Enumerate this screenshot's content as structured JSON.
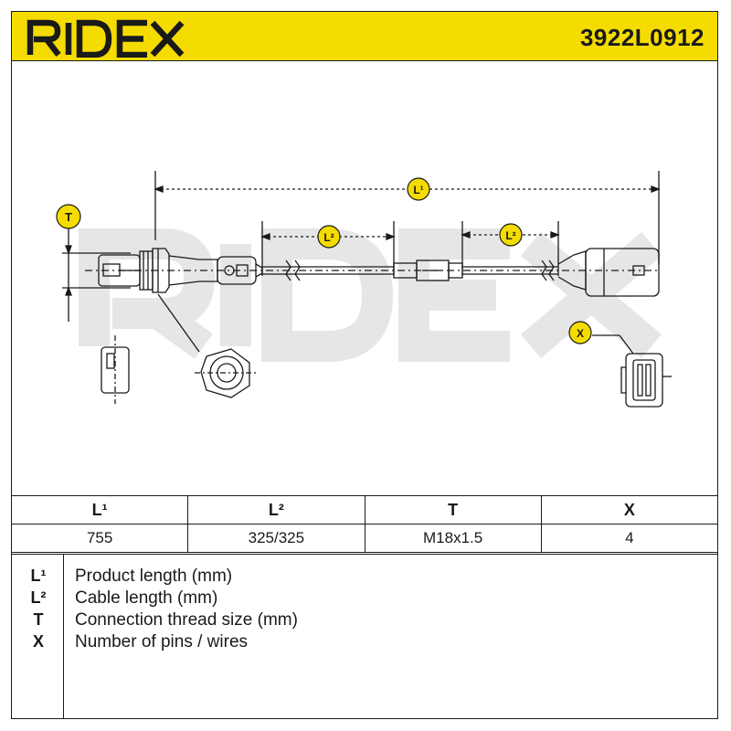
{
  "header": {
    "brand": "RIDEX",
    "part_number": "3922L0912",
    "accent_color": "#f5dc00"
  },
  "diagram": {
    "watermark": "RIDEX",
    "label_L1": "L¹",
    "label_L2a": "L²",
    "label_L2b": "L²",
    "label_T": "T",
    "label_X": "X"
  },
  "specs": {
    "headers": [
      "L¹",
      "L²",
      "T",
      "X"
    ],
    "values": [
      "755",
      "325/325",
      "M18x1.5",
      "4"
    ]
  },
  "legend": [
    {
      "key": "L¹",
      "desc": "Product length (mm)"
    },
    {
      "key": "L²",
      "desc": "Cable length (mm)"
    },
    {
      "key": "T",
      "desc": "Connection thread size (mm)"
    },
    {
      "key": "X",
      "desc": "Number of pins / wires"
    }
  ]
}
